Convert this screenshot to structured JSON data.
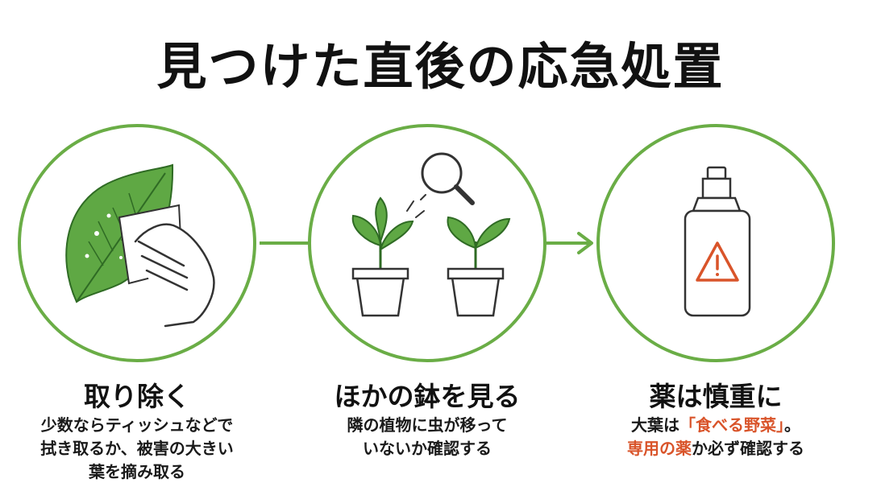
{
  "title": "見つけた直後の応急処置",
  "colors": {
    "ring": "#6aad46",
    "leaf": "#5fa844",
    "leaf_dark": "#2f6b24",
    "outline": "#333333",
    "warning": "#d9542a"
  },
  "steps": [
    {
      "icon": "leaf-wipe-icon",
      "heading": "取り除く",
      "desc_lines": [
        "少数ならティッシュなどで",
        "拭き取るか、被害の大きい",
        "葉を摘み取る"
      ]
    },
    {
      "icon": "potted-plants-magnifier-icon",
      "heading": "ほかの鉢を見る",
      "desc_lines": [
        "隣の植物に虫が移って",
        "いないか確認する"
      ]
    },
    {
      "icon": "spray-bottle-warning-icon",
      "heading": "薬は慎重に",
      "desc": {
        "l1_a": "大葉は",
        "l1_hl": "「食べる野菜」",
        "l1_b": "。",
        "l2_hl": "専用の薬",
        "l2_b": "か必ず確認する"
      }
    }
  ]
}
